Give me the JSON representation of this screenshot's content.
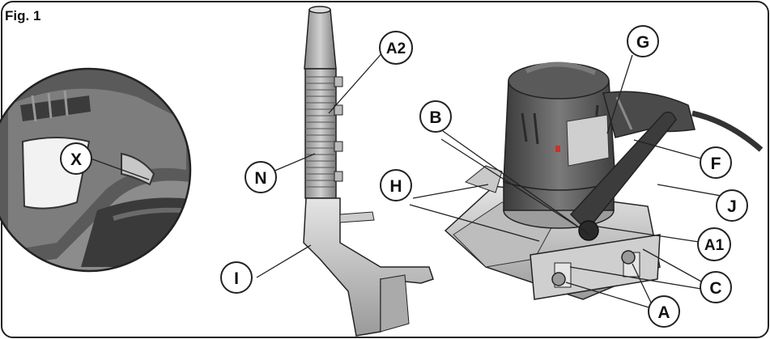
{
  "figure": {
    "title": "Fig. 1"
  },
  "callouts": {
    "X": "X",
    "A2": "A2",
    "N": "N",
    "I": "I",
    "B": "B",
    "G": "G",
    "H": "H",
    "F": "F",
    "J": "J",
    "A1": "A1",
    "C": "C",
    "A": "A"
  },
  "colors": {
    "outline": "#222222",
    "tool_body_dark": "#4a4a4a",
    "tool_body_mid": "#7a7a7a",
    "tool_body_light": "#b8b8b8",
    "metal_light": "#d9d9d9",
    "metal_mid": "#a9a9a9",
    "accent_red": "#c8322a"
  }
}
